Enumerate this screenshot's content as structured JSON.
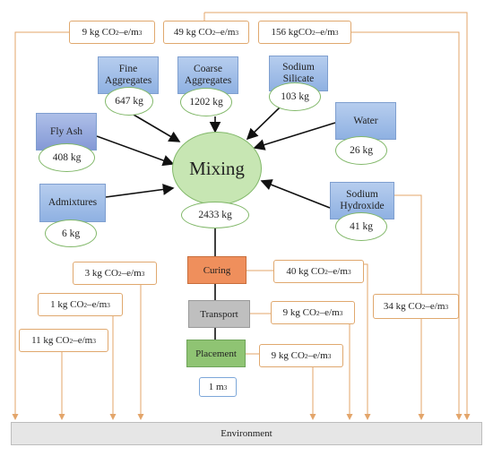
{
  "inputs": {
    "fine": {
      "name_line1": "Fine",
      "name_line2": "Aggregates",
      "mass": "647 kg"
    },
    "coarse": {
      "name_line1": "Coarse",
      "name_line2": "Aggregates",
      "mass": "1202 kg"
    },
    "silicate": {
      "name_line1": "Sodium",
      "name_line2": "Silicate",
      "mass": "103 kg"
    },
    "water": {
      "name": "Water",
      "mass": "26 kg"
    },
    "flyash": {
      "name": "Fly Ash",
      "mass": "408 kg"
    },
    "admixtures": {
      "name": "Admixtures",
      "mass": "6 kg"
    },
    "hydroxide": {
      "name_line1": "Sodium",
      "name_line2": "Hydroxide",
      "mass": "41 kg"
    }
  },
  "mixing": {
    "label": "Mixing",
    "mass": "2433 kg"
  },
  "steps": {
    "curing": "Curing",
    "transport": "Transport",
    "placement": "Placement",
    "output_volume": "1 m",
    "output_volume_exp": "3"
  },
  "emissions": {
    "top1": "9 kg CO",
    "top2": "49 kg CO",
    "top3": "156 kgCO",
    "m3": "3 kg CO",
    "m1": "1 kg CO",
    "m11": "11 kg CO",
    "curing": "40 kg CO",
    "transport": "9 kg CO",
    "placement": "9 kg CO",
    "hydroxide": "34 kg CO",
    "sub": "2",
    "unit_tail": "–e/m",
    "exp": "3"
  },
  "environment": "Environment",
  "colors": {
    "step_curing": "#ef8f5c",
    "step_transport": "#bfbfbf",
    "step_placement": "#8fc473",
    "mixing_fill": "#c7e6b3",
    "line_orange": "#e3a56a",
    "environment_fill": "#e6e6e6"
  }
}
